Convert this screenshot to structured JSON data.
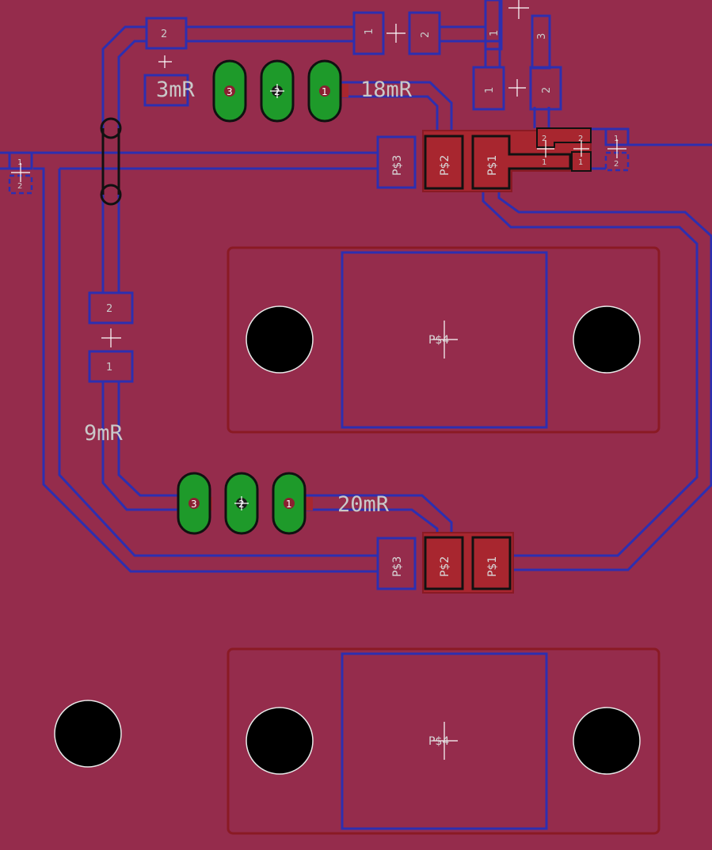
{
  "colors": {
    "board": "#952c4c",
    "trace": "#2d2fb0",
    "copper_top": "#a8262f",
    "copper_outline": "#8a1a24",
    "tht_pad": "#1e9a2a",
    "hole": "#000000",
    "text": "#c9c9c9"
  },
  "labels": {
    "r3": "3mR",
    "r18": "18mR",
    "r9": "9mR",
    "r20": "20mR"
  },
  "pins": {
    "p1": "1",
    "p2": "2",
    "p3": "3"
  },
  "pads": {
    "ps1": "P$1",
    "ps2": "P$2",
    "ps3": "P$3",
    "ps4": "P$4"
  }
}
